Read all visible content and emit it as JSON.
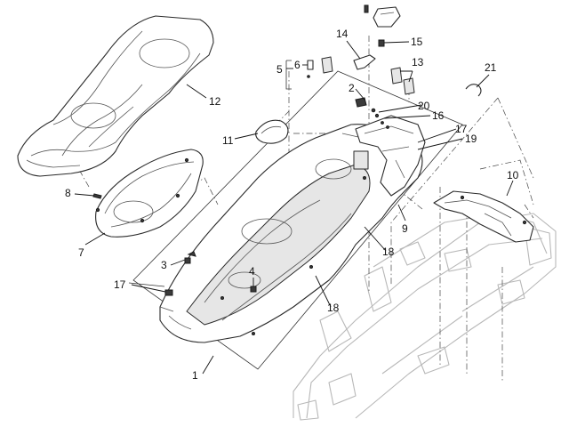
{
  "callouts": {
    "c1": "1",
    "c2": "2",
    "c3": "3",
    "c4": "4",
    "c5": "5",
    "c6": "6",
    "c7": "7",
    "c8": "8",
    "c9": "9",
    "c10": "10",
    "c11": "11",
    "c12": "12",
    "c13": "13",
    "c14": "14",
    "c15": "15",
    "c16": "16",
    "c17a": "17",
    "c17b": "17",
    "c18a": "18",
    "c18b": "18",
    "c19": "19",
    "c20": "20",
    "c21": "21"
  },
  "colors": {
    "line": "#2a2a2a",
    "frame": "#b8b8b8",
    "background": "#ffffff"
  }
}
